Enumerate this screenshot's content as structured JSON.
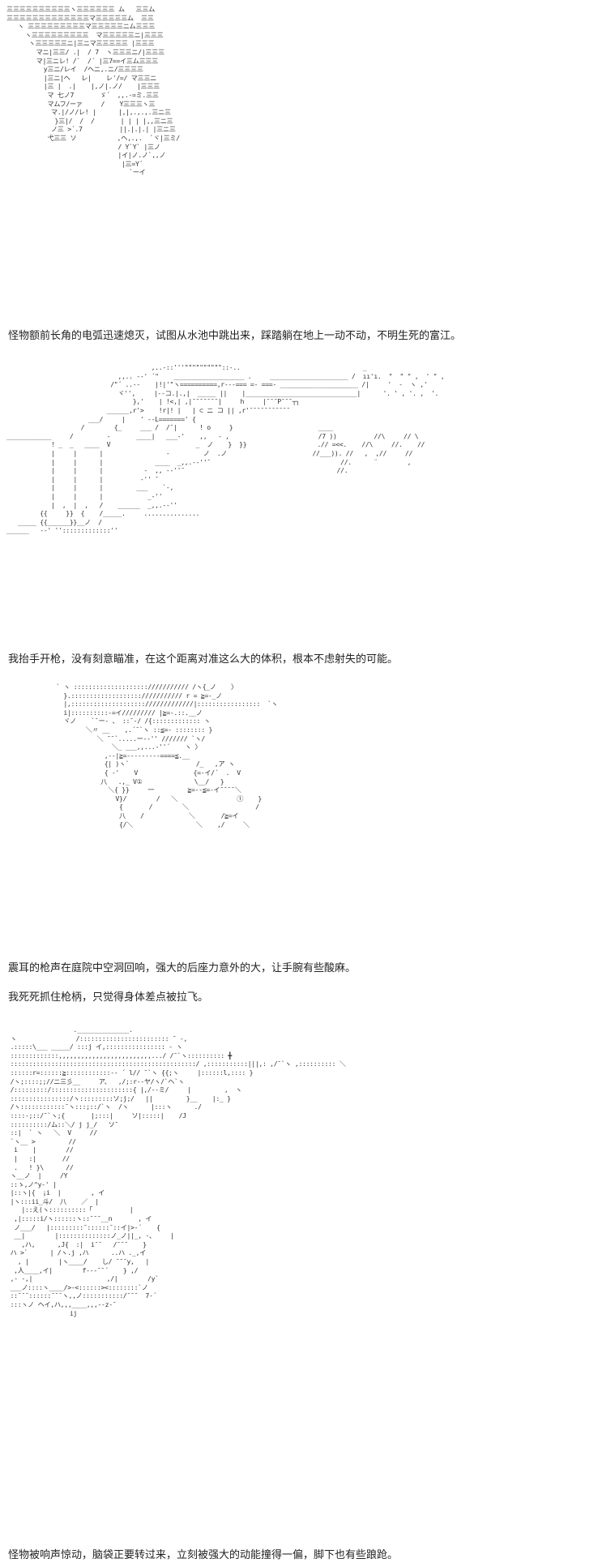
{
  "colors": {
    "background": "#ffffff",
    "text": "#222222",
    "art": "#333333"
  },
  "captions": [
    "怪物额前长角的电弧迅速熄灭，试图从水池中跳出来，踩踏躺在地上一动不动，不明生死的富江。",
    "我抬手开枪，没有刻意瞄准，在这个距离对准这么大的体积，根本不虑射失的可能。",
    "震耳的枪声在庭院中空洞回响，强大的后座力意外的大，让手腕有些酸麻。",
    "我死死抓住枪柄，只觉得身体差点被拉飞。",
    "怪物被响声惊动，脑袋正要转过来，立刻被强大的动能撞得一偏，脚下也有些踉跄。"
  ],
  "ascii_art": [
    "三三三三三三三三三三ヽ三三三三三三 ム   三三ム\n三三三三三三三三三三三三三マ三三三三三ム  三三\n   ヽ 三三三三三三三三三マ三三三三三ニム三三三\n     ヽ三三三三三三三三三  マ三三三三三ニ|三三三\n      ヽ三三三三三ニ|三ニマ三三三三三 |三三三\n        マニ|三三/ .|  / 7  ヽ三三三ニ/|三三三\n        マ|三ニレ! /`  /´ |三7==イ三ム三三三\n          y三ニ/レイ  /ヘニ,.ニ/三三三三\n          |三ニ|ヘ   レ|    レ'/=/ マ三三ニ\n          |三 |  .|    |,ノ|.ノ/    |三三三\n           マ 七ノ7       ゞ´  ,,.-=ミ.三三\n           マムフ/ーァ     /    Y三三三ヽ三\n            マ.|/ノ/レ! |      |,|,.,.,.三ニ三\n             }三|/  /  /       | | | |,,三ニ三\n            ノ三 >´.7          ||.|.|.| |三ニ三\n           弋三三 ソ           ,ヘ,.,.  `ヾ|三ミ/\n                              / Y`Y` |三ノ\n                              |イ|ノ.ノ`,,ノ\n                               |三=Y´\n                                 `ーイ",
    "                                       ,..-::'''\"\"\"\"\"\"\"\"\"\"::-..                                 _\n                              ,,.. -‐' ´\"    ___________________ .     _____________________ /  ıı'ı.  \"  \" \" ,  ' \" ,\n                            /\"´ ..--    |!|'\"ヽ==========,r-‐-=== =- ===- _____________________ /|     '  -  ヽ ,'  \n                              ヾ'',     |--コ.|.,|  _____ ||    |______________________________|      '. ' , '. ,  '. \n                                  },'    | !<,| ,|¯¯¯¯¯¯¯|     h     |¯¯¯P¯¯¯┬┐\n                           ______,r'>    !r|! |   | ⊂ ニ コ || ,r'¯¯¯¯¯¯¯¯¯¯¯\n                      ___/     |    ' ‐‐L=======' {\n                    /        {_     ___ /  /¯|      ! o     }                       ____\n____________     /         ‐       ____|   ___‐'    ,,   ‐ ,                        /7 ))          //\\     // \\\n            ! _  _   ____  V                       _  ノ    }  }}                   .// =<<.    //\\     //.    //\n            |     |      |                 ‐         ノ  .ノ                       //___)). //   ,  ,//     //\n            |     |      |              ____  _,,.-‐''¯                                   //.      ¨        ,\n            |     |      |           ‐  ,, ‐‐''¯                                         //.                   \n            |     |      |          ‐'' ¯\n            |     |      |         ___    `‐,\n            |     |      |            _‐''\n            |  ,  |  ,   /    ______  _,,.-‐''\n         {{     }}  {    /_____.     ...............\n   _____ {{______}}__ノ  /\n______   ‐‐' '':::::::::::::'' ",
    "  ` ヽ :::::::::::::::::::://///////// /ヽ{_ノ    〉\n    }.::::::::::::::::::://///////// r = ≧=-_ノ\n    |,:::::::::::::::::::://///////////|:::::::::::::::::  `ヽ\n    i|::::::::::-=イ///////// |≧=-.::.__ノ\n    ヾノ    `¯ー- 、 ::¯-/ /{::::::::::::: ヽ\n          ＼〃 __    ,.´¯`ヽ ::≦=- :::::::: }\n             ＼ ¯¯`.....ー--'' /////// `ヽ/\n                 ＼_ ___,,...-''´    ヽ 〉\n               ,-‐|≧=---------====≦.__\n               {| )ヽ`                  /_   ,ア ヽ\n               { ‐'    V               {=-イ/´  .  V\n              八   .,_ V①              \\__/   }\n                ＼{ }}     一         ≧=--≦=-イ¯¯¯¯＼\n                  V}/        /   ＼                ①    }\n                   {       /        ＼                  /\n                   八    /            ＼       /≧=イ\n                   {/＼                 ＼    ,/     ＼",
    "                  .______________.\n ヽ                /:::::::::::::::::::::::: ¯ ‐,\n .:::::\\___ _____/ :::j イ,:::::::::::::::: ‐ ヽ\n :::::::::::::,,,,,,,,,,,,,,,,,,,,,,,,,.../ /¯`ヽ:::::::::: ╋\n ::::::::::::::::::::::::::::::::::::::::::::::::::/ ,:::::::::::|||,: ,/¯`ヽ ,:::::::::: ＼\n ::::::r=::::::≧::::::::::::-‐ ´ l// ¯`ヽ {{;ヽ     |::::::l,:::: }\n /ヽ;::::;;//ニ三彡__     ア、  ,/;:r‐-ヤ/ヽ/`ヘ`ヽ\n /:::::::::/::::::::::::::::::::::{ |,/‐-ミ/     |         ,  ヽ\n ::::::::::::::::/ヽ:::::::::ソ;j;/   ||         }__    |:_ }\n /ヽ::::::::::::¯ヽ:::;::/`ヽ  /ヽ      |:::ヽ      ./\n ::::‐;::/¯`ヽ;{       |;:::|     ソ|:::::|    /J\n ::::::::::/ム::＼/ j j_/   ソ¯\n ::|  ` ヽ   ＼  V     //\n `ヽ__ >         //\n  i    |        //\n  |   :|       //\n  .   ! }\\      //\n ヽ__ノ  |     /Y\n ::ゝ,ノ^y‐' |\n |::ヽ|{  ¡i  |        , イ\n |ヽ:::ii_斗/  八    ／  |\n    |::え(ヽ::::::::::「          |\n  ,|:::::i/ヽ::::::ヽ::¯¯¯__n       , イ\n  ノ___/   |:::::::::¯::::::¯::イ|>‐´    {\n  __|        |::::::::::::::ノ_ノ||_, ‐、    |\n    ,ハ,      ,J{  :|  i¯¯   /¯¯¯    }\n ハ >`      | /ヽ.j ,ハ      ..ハ ._,イ\n   , |        |ヽ____/    し/ ¯¯¯y,   |\n  ,人____,イ|        f‐‐‐¯¯´    } ,/\n ,‐ -,|                    ,/|        /y`\n ___ノ::::ヽ____/>‐<::::::><::::::::`ノ\n ::¯¯¯::::::¯¯¯ヽ,,ノ:::::::::::/¯¯¯  7‐´\n :::ヽノ ヘイ,ハ,,,____,,,--z‐¯\n                 ij"
  ]
}
